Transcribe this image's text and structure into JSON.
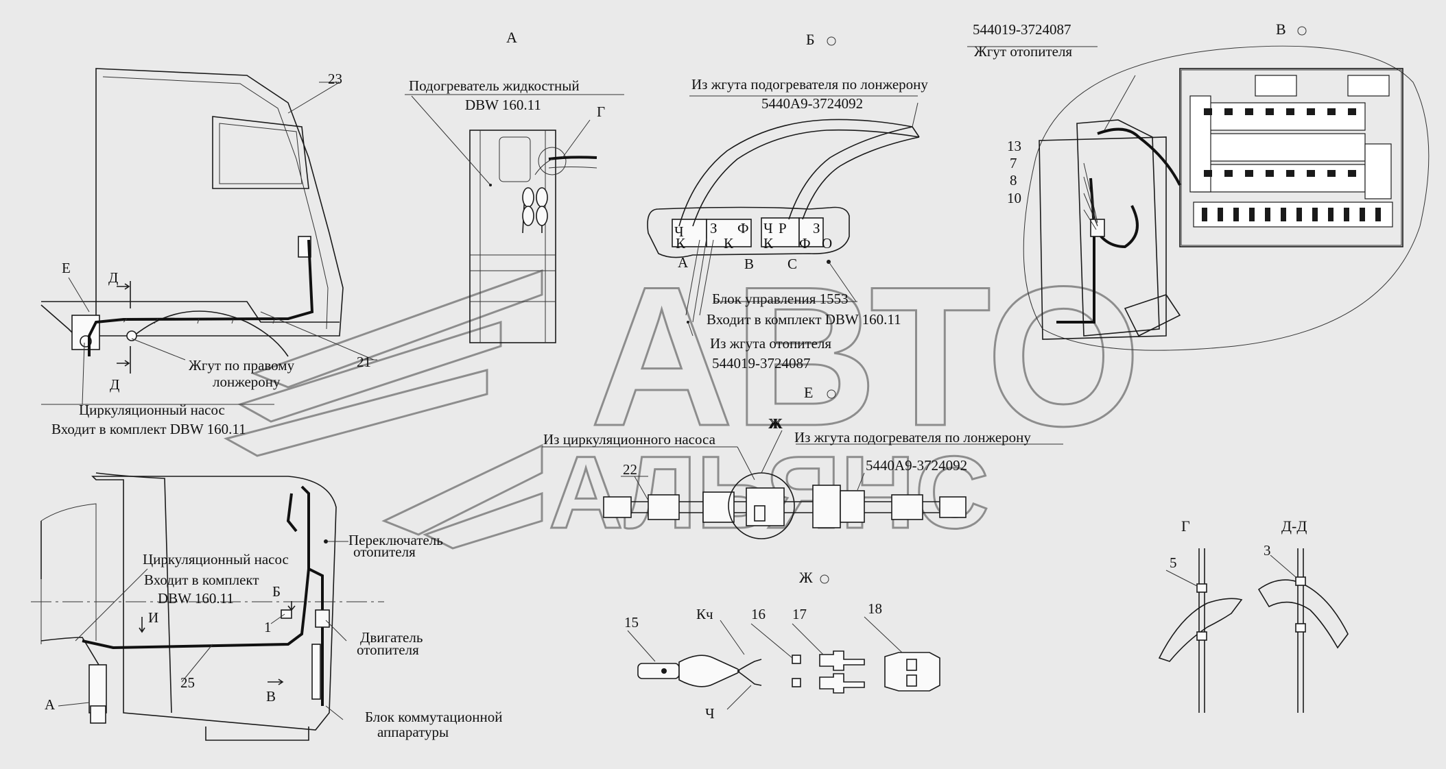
{
  "watermark": {
    "line1": "АВТО",
    "line2": "АЛЬЯНС"
  },
  "views": {
    "A": {
      "title": "А"
    },
    "B": {
      "title": "Б"
    },
    "V": {
      "title": "В"
    },
    "E": {
      "title": "Е"
    },
    "Zh": {
      "title": "Ж"
    },
    "G": {
      "title": "Г"
    },
    "DD": {
      "title": "Д-Д"
    }
  },
  "callouts": {
    "c23": "23",
    "c21": "21",
    "c22": "22",
    "c25": "25",
    "c1": "1",
    "c13": "13",
    "c7": "7",
    "c8": "8",
    "c10": "10",
    "c15": "15",
    "c16": "16",
    "c17": "17",
    "c18": "18",
    "c5": "5",
    "c3": "3",
    "kch": "Кч",
    "ch": "Ч"
  },
  "markers": {
    "E": "Е",
    "D_top": "Д",
    "D_bottom": "Д",
    "G": "Г",
    "A": "А",
    "B": "Б",
    "V": "В",
    "I": "И",
    "Zh": "Ж"
  },
  "connector_letters": {
    "A": "А",
    "B": "В",
    "C": "С",
    "pins": [
      "Ч",
      "З",
      "Ф",
      "К",
      "К",
      "Ч",
      "Р",
      "З",
      "К",
      "Ф",
      "О"
    ]
  },
  "labels": {
    "heater_line1": "Подогреватель жидкостный",
    "heater_line2": "DBW 160.11",
    "right_spar_1": "Жгут по правому",
    "right_spar_2": "лонжерону",
    "pump_top_1": "Циркуляционный насос",
    "pump_top_2": "Входит в комплект DBW 160.11",
    "from_heater_harness_1": "Из жгута подогревателя   по лонжерону",
    "from_heater_harness_2": "5440А9-3724092",
    "control_unit_1": "Блок управления 1553",
    "control_unit_2": "Входит в комплект DBW 160.11",
    "from_heating_harness_1": "Из жгута отопителя",
    "from_heating_harness_2": "544019-3724087",
    "heating_harness_no": "544019-3724087",
    "heating_harness": "Жгут отопителя",
    "from_pump": "Из циркуляционного насоса",
    "from_heater_spar_1": "Из жгута подогревателя по лонжерону",
    "from_heater_spar_2": "5440А9-3724092",
    "pump_cab_1": "Циркуляционный насос",
    "pump_cab_2": "Входит в комплект",
    "pump_cab_3": "DBW 160.11",
    "switch_1": "Переключатель",
    "switch_2": "отопителя",
    "motor_1": "Двигатель",
    "motor_2": "отопителя",
    "relay_block_1": "Блок коммутационной",
    "relay_block_2": "аппаратуры"
  },
  "colors": {
    "background": "#eaeaea",
    "ink": "#1a1a1a",
    "watermark": "#8d8d8d"
  }
}
